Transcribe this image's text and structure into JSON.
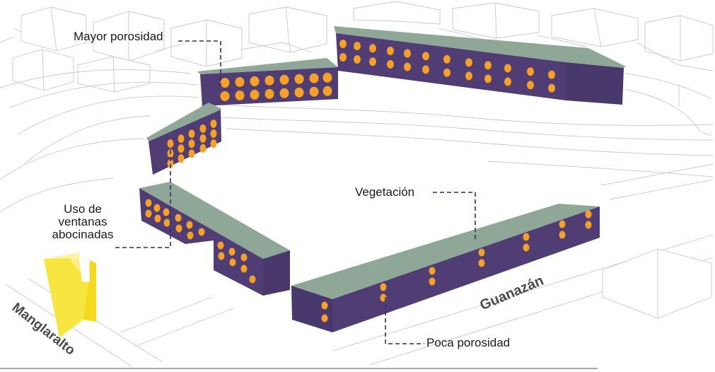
{
  "labels": {
    "mayor_porosidad": "Mayor porosidad",
    "vegetacion": "Vegetación",
    "uso_de_ventanas": [
      "Uso de",
      "ventanas",
      "abocinadas"
    ],
    "poca_porosidad": "Poca porosidad"
  },
  "street_names": {
    "guanazan": "Guanazán",
    "manglaralto": "Manglaralto"
  },
  "colors": {
    "facade": "#4f3d74",
    "roof": "#8ea797",
    "window": "#f6a126",
    "leader_line": "#2f2c6e",
    "funnel": "#f6e63f",
    "context_sketch": "#c9c9c9"
  }
}
